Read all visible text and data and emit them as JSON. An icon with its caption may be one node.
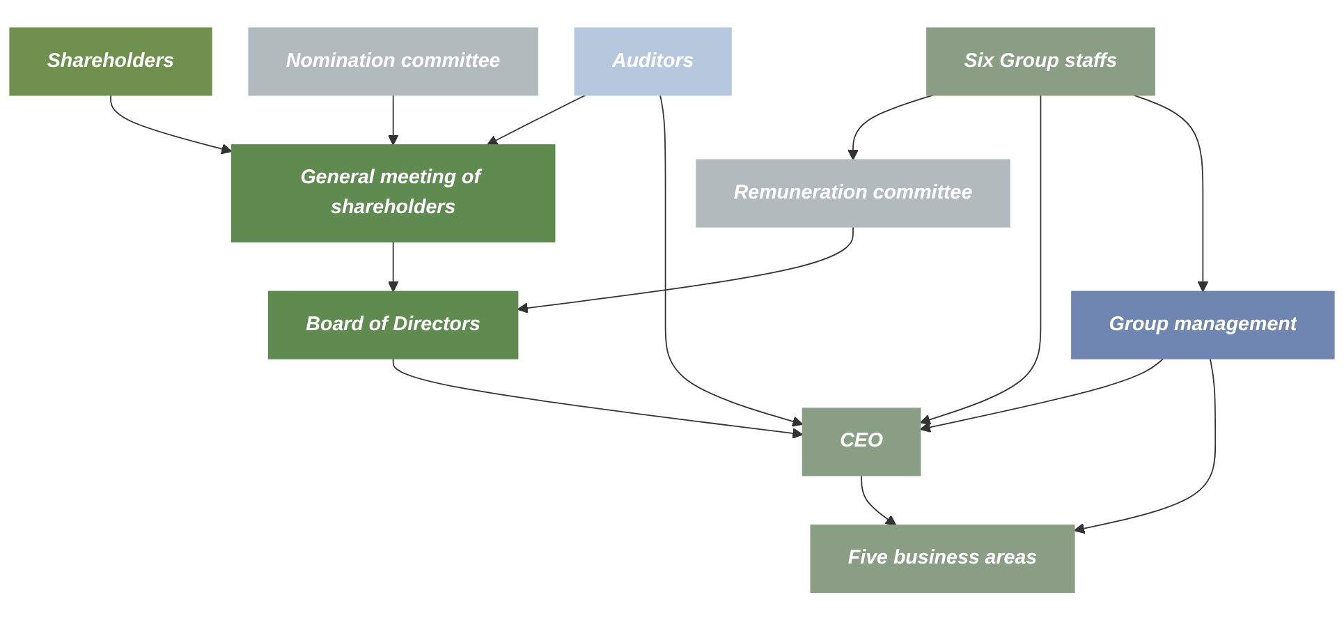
{
  "diagram": {
    "nodes": [
      {
        "text": [
          "Shareholders"
        ]
      },
      {
        "text": [
          "Nomination committee"
        ]
      },
      {
        "text": [
          "General meeting of shareholders"
        ]
      },
      {
        "text": [
          "Remuneration committee"
        ]
      },
      {
        "text": [
          "Board of Directors"
        ]
      },
      {
        "text": [
          "Six Group staffs"
        ]
      },
      {
        "text": [
          "CEO"
        ]
      },
      {
        "text": [
          "Auditors"
        ]
      },
      {
        "text": [
          "Group management"
        ]
      },
      {
        "text": [
          "Five business areas"
        ]
      }
    ],
    "edges": [
      {
        "from": 0,
        "to": 2,
        "arrow": "to"
      },
      {
        "from": 1,
        "to": 2,
        "arrow": "to"
      },
      {
        "from": 7,
        "to": 2,
        "arrow": "to"
      },
      {
        "from": 2,
        "to": 4,
        "arrow": "to"
      },
      {
        "from": 3,
        "to": 4,
        "arrow": "to"
      },
      {
        "from": 4,
        "to": 6,
        "arrow": "to"
      },
      {
        "from": 5,
        "to": 3,
        "arrow": "to"
      },
      {
        "from": 5,
        "to": 6,
        "arrow": "to"
      },
      {
        "from": 7,
        "to": 6,
        "arrow": "to"
      },
      {
        "from": 5,
        "to": 8,
        "arrow": "to"
      },
      {
        "from": 8,
        "to": 6,
        "arrow": "to"
      },
      {
        "from": 8,
        "to": 9,
        "arrow": "to"
      },
      {
        "from": 6,
        "to": 9,
        "arrow": "to"
      }
    ]
  }
}
